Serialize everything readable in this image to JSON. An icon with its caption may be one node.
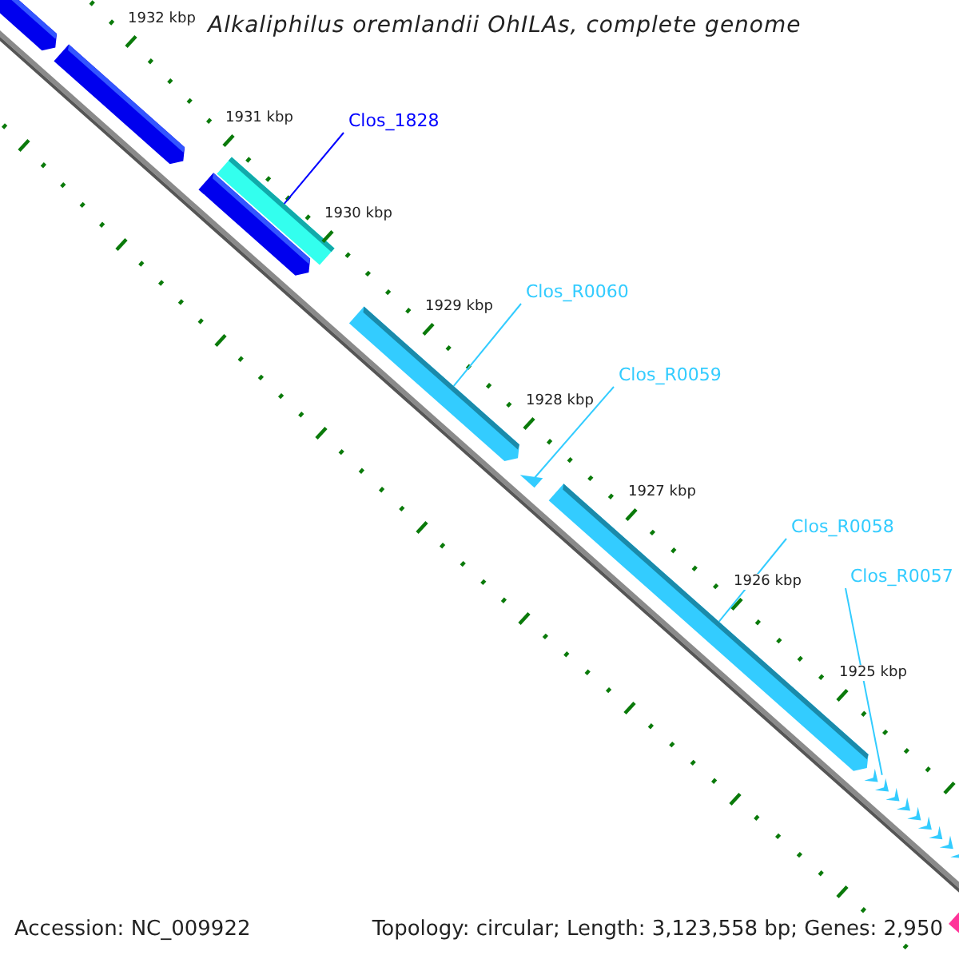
{
  "diagram": {
    "title": "Alkaliphilus oremlandii OhILAs, complete genome",
    "nodes": [
      {
        "text": [],
        "shape": "bar"
      },
      {
        "text": [],
        "shape": "bar"
      },
      {
        "text": [
          "Clos_1828"
        ]
      },
      {
        "text": [],
        "shape": "bar"
      },
      {
        "text": [],
        "shape": "bar"
      },
      {
        "text": [
          "Clos_R0060"
        ]
      },
      {
        "text": [],
        "shape": "bar"
      },
      {
        "text": [
          "Clos_R0059"
        ]
      },
      {
        "text": [],
        "shape": "bar"
      },
      {
        "text": [
          "Clos_R0058"
        ]
      },
      {
        "text": [],
        "shape": "bar"
      },
      {
        "text": [
          "Clos_R0057"
        ]
      },
      {
        "text": [],
        "shape": "bar"
      },
      {
        "text": [],
        "shape": "bar"
      }
    ],
    "edges": [
      {
        "from": 2,
        "to": 3,
        "arrow": "none",
        "color": "#0000ff"
      },
      {
        "from": 5,
        "to": 6,
        "arrow": "none"
      },
      {
        "from": 7,
        "to": 8,
        "arrow": "none"
      },
      {
        "from": 9,
        "to": 10,
        "arrow": "none"
      },
      {
        "from": 11,
        "to": 12,
        "arrow": "none"
      }
    ],
    "labels": [
      "1932 kbp",
      "1931 kbp",
      "1930 kbp",
      "1929 kbp",
      "1928 kbp",
      "1927 kbp",
      "1926 kbp",
      "1925 kbp",
      "Accession: NC_009922",
      "Topology: circular; Length: 3,123,558 bp; Genes: 2,950"
    ]
  }
}
